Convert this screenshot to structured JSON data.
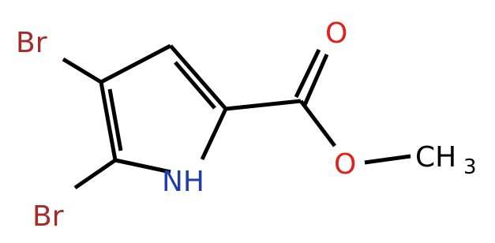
{
  "molecule": {
    "atoms": {
      "br_top": "Br",
      "br_bottom": "Br",
      "nh": "NH",
      "o_carbonyl": "O",
      "o_ester": "O",
      "methyl_c": "CH",
      "methyl_sub": "3"
    },
    "colors": {
      "bond": "#000000",
      "bromine": "#a52a2a",
      "nitrogen": "#1f3fa8",
      "oxygen": "#e0201a",
      "carbon": "#000000"
    }
  }
}
